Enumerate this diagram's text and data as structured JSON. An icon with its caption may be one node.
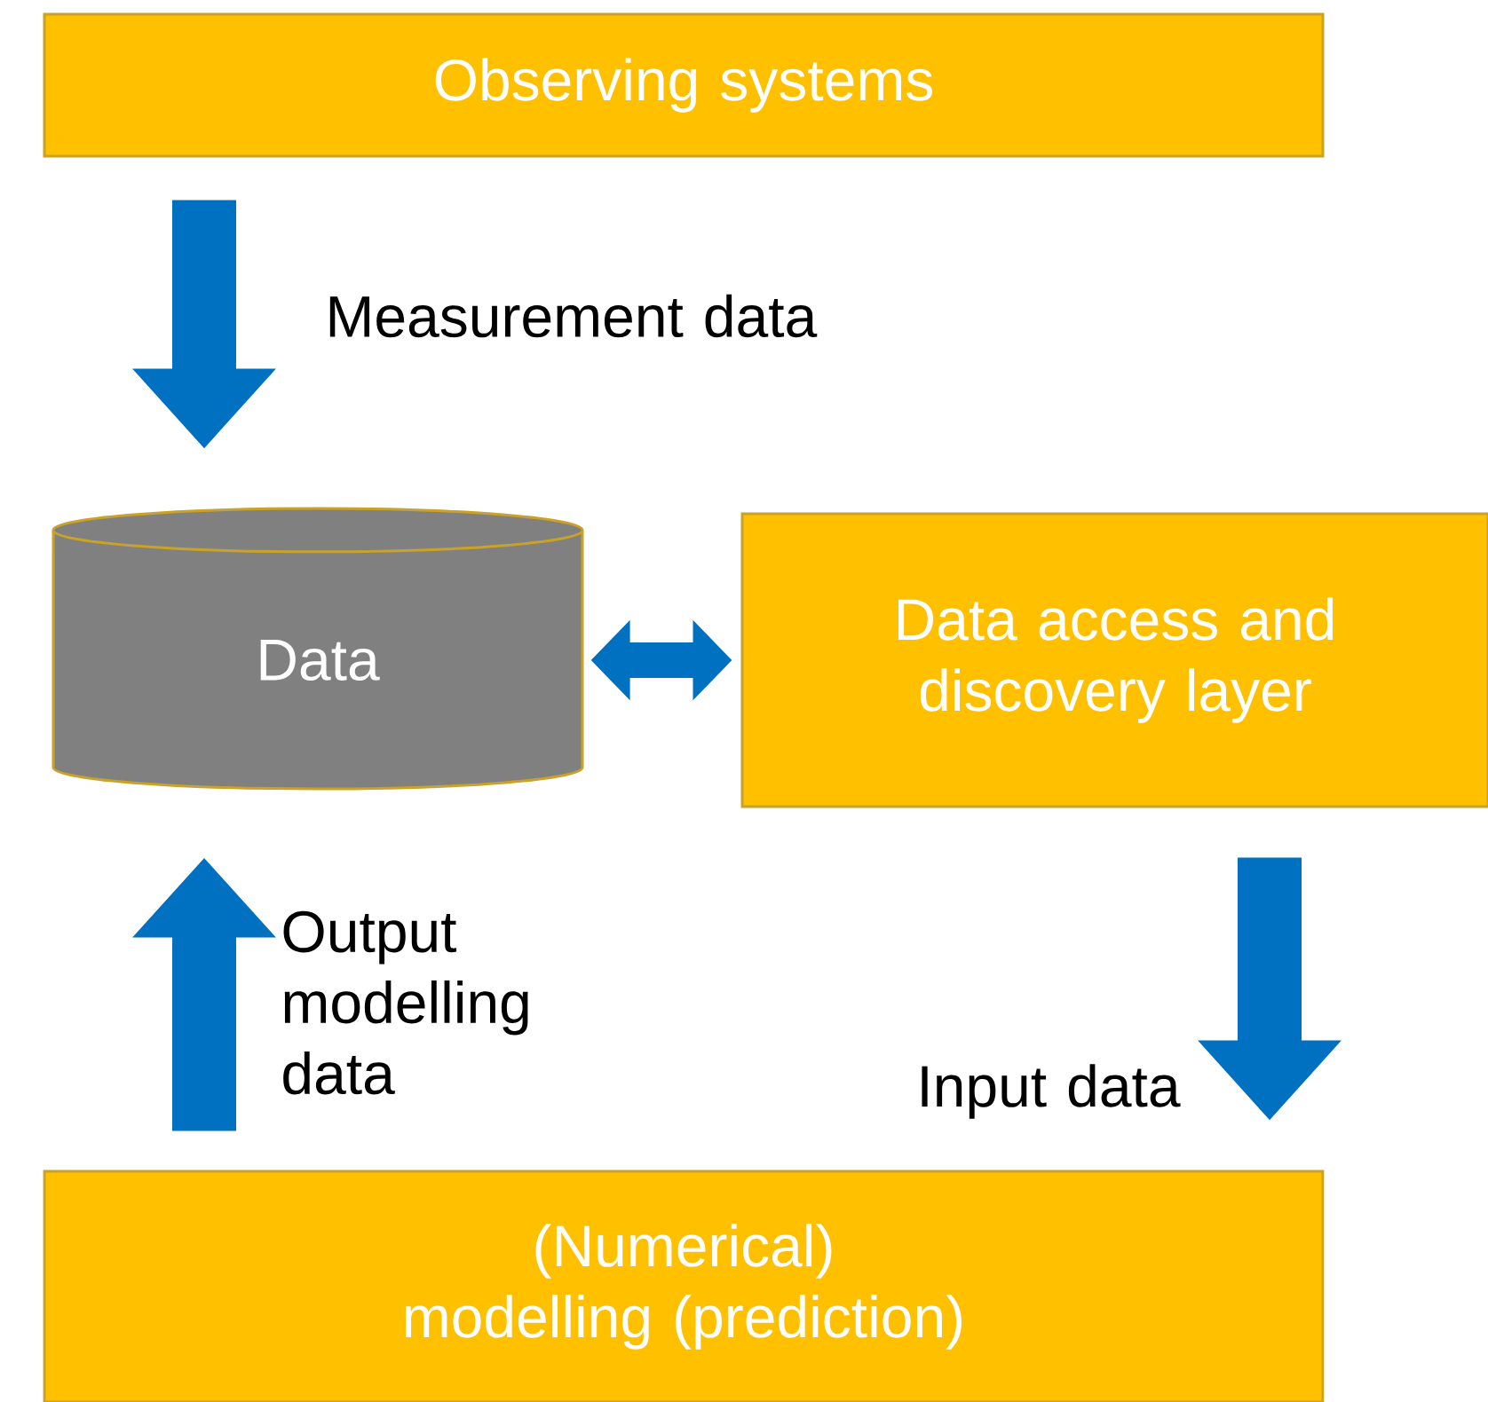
{
  "diagram": {
    "nodes": [
      {
        "text": [
          "Observing systems"
        ]
      },
      {
        "text": [
          "Data"
        ]
      },
      {
        "text": [
          "Data access and discovery layer"
        ]
      },
      {
        "text": [
          "(Numerical) modelling (prediction)"
        ]
      }
    ],
    "edges": [
      {
        "from": 0,
        "to": 1,
        "arrow": "to",
        "label": "Measurement data"
      },
      {
        "from": 1,
        "to": 2,
        "arrow": "both"
      },
      {
        "from": 2,
        "to": 3,
        "arrow": "to",
        "label": "Input data"
      },
      {
        "from": 3,
        "to": 1,
        "arrow": "to",
        "label": "Output modelling data"
      }
    ]
  }
}
